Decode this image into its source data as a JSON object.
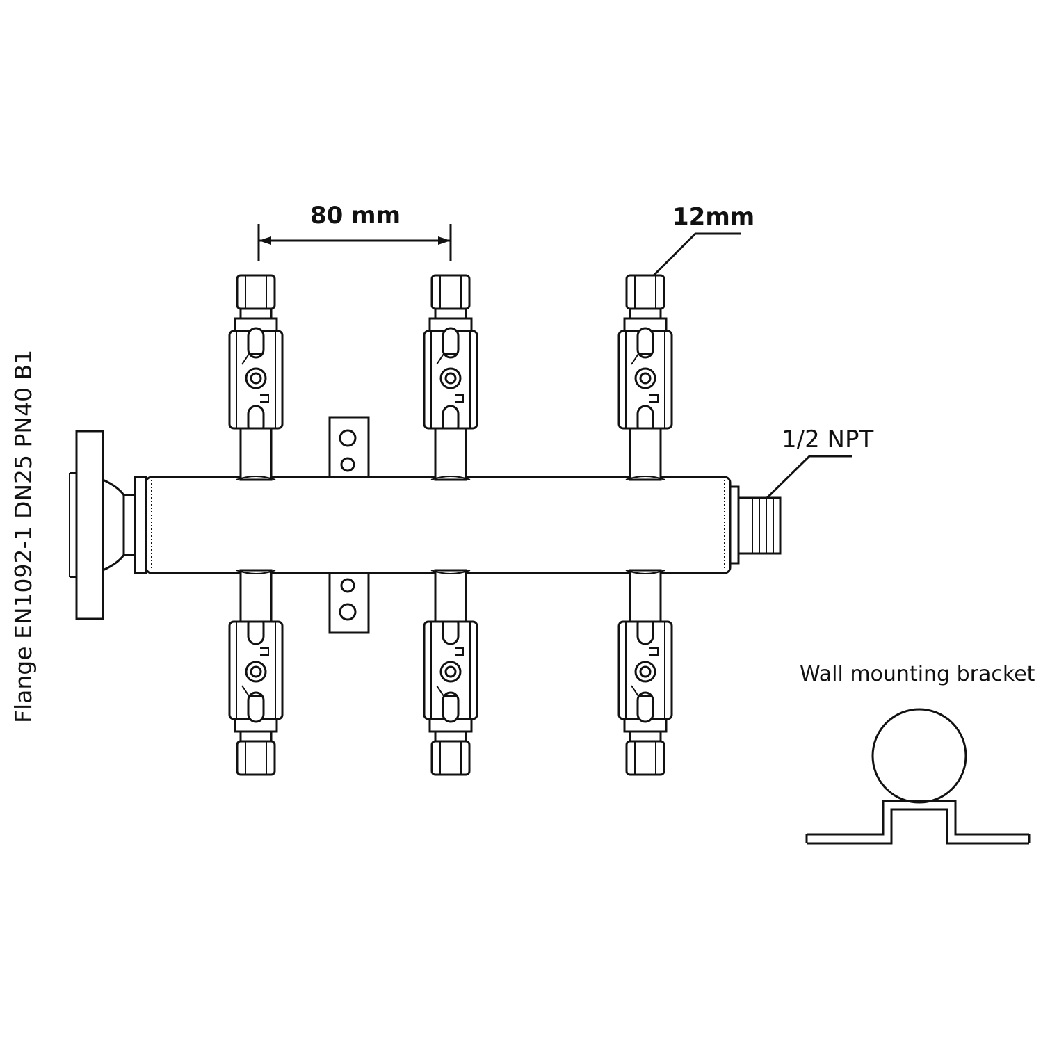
{
  "labels": {
    "spacing": "80 mm",
    "tube_size": "12mm",
    "outlet_thread": "1/2 NPT",
    "flange": "Flange EN1092-1 DN25 PN40 B1",
    "bracket_title": "Wall mounting bracket"
  },
  "manifold": {
    "valves_top": 3,
    "valves_bottom": 3
  }
}
